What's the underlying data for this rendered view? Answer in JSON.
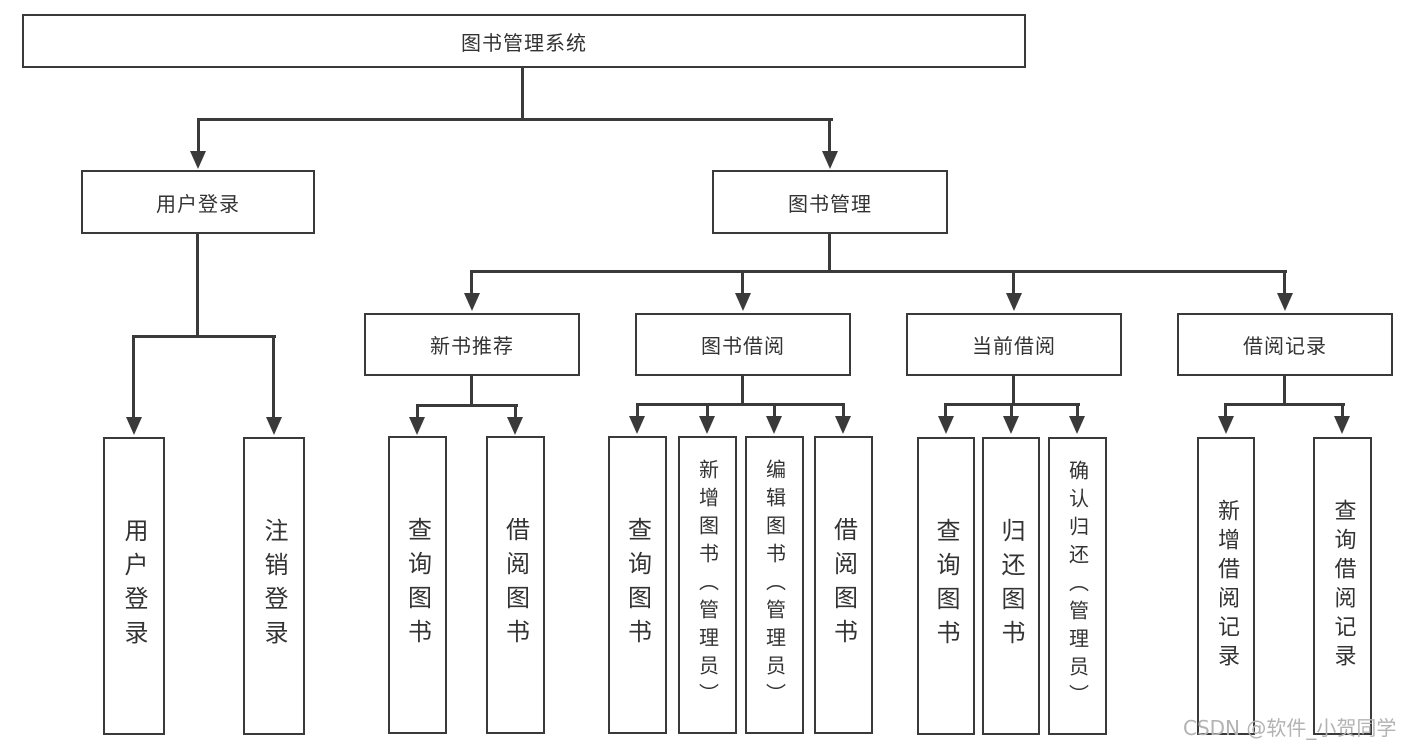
{
  "title": {
    "label": "图书管理系统"
  },
  "branches": {
    "user_login": {
      "label": "用户登录",
      "children": [
        {
          "label": "用户登录"
        },
        {
          "label": "注销登录"
        }
      ]
    },
    "book_management": {
      "label": "图书管理",
      "children": {
        "new_book_recommend": {
          "label": "新书推荐",
          "children": [
            {
              "label": "查询图书"
            },
            {
              "label": "借阅图书"
            }
          ]
        },
        "book_borrow": {
          "label": "图书借阅",
          "children": [
            {
              "label": "查询图书"
            },
            {
              "label": "新增图书（管理员）"
            },
            {
              "label": "编辑图书（管理员）"
            },
            {
              "label": "借阅图书"
            }
          ]
        },
        "current_borrow": {
          "label": "当前借阅",
          "children": [
            {
              "label": "查询图书"
            },
            {
              "label": "归还图书"
            },
            {
              "label": "确认归还（管理员）"
            }
          ]
        },
        "borrow_record": {
          "label": "借阅记录",
          "children": [
            {
              "label": "新增借阅记录"
            },
            {
              "label": "查询借阅记录"
            }
          ]
        }
      }
    }
  },
  "watermark": {
    "label": "CSDN @软件_小贺同学"
  },
  "colors": {
    "line": "#3a3a3a",
    "text": "#333333",
    "watermark": "#b3b3b3",
    "background": "#ffffff"
  }
}
